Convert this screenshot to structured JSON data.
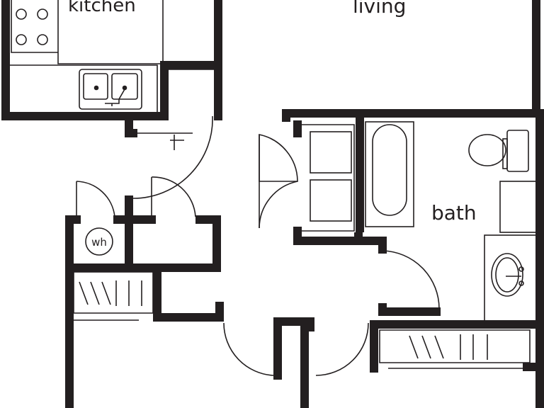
{
  "rooms": {
    "kitchen": "kitchen",
    "living": "living",
    "bath": "bath",
    "water_heater": "wh"
  },
  "colors": {
    "wall": "#231f20",
    "line": "#231f20",
    "background": "#ffffff"
  }
}
